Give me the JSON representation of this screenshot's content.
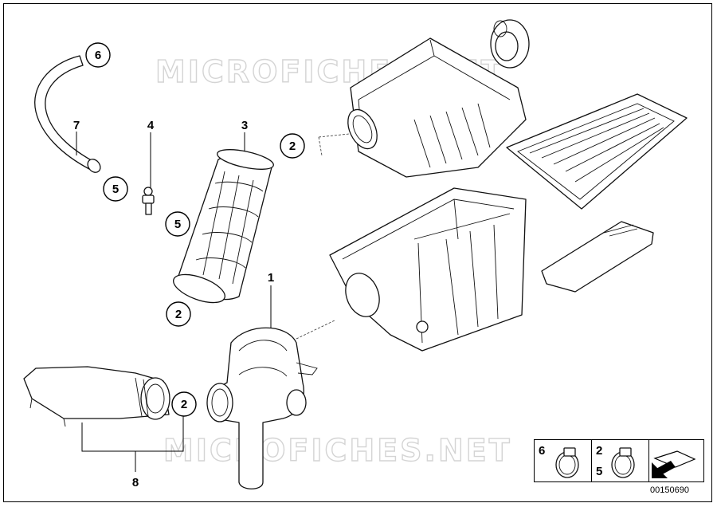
{
  "watermark": "MICROFICHES.NET",
  "callouts": {
    "hose": "6",
    "hose_clamp": "5",
    "valve": "4",
    "valve_clamp": "5",
    "intake_top_clamp": "2",
    "intake_bottom_clamp": "2",
    "resonator_clamp": "2"
  },
  "labels": {
    "hose": "7",
    "valve": "4",
    "intake_boot": "3",
    "air_box": "1",
    "resonator_group": "8"
  },
  "legend": {
    "cell1_top": "6",
    "cell2_top": "2",
    "cell2_bottom": "5"
  },
  "diagram_number": "00150690"
}
